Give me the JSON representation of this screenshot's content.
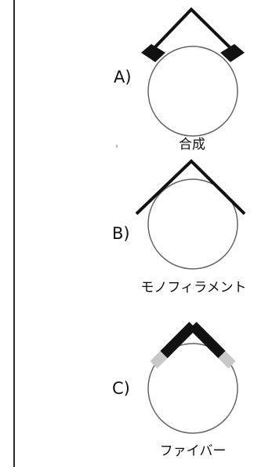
{
  "panels": [
    {
      "letter": "A)",
      "caption": "合成"
    },
    {
      "letter": "B)",
      "caption": "モノフィラメント"
    },
    {
      "letter": "C)",
      "caption": "ファイバー"
    }
  ],
  "colors": {
    "rule": "#2a2a2a",
    "line": "#111111",
    "circle": "#666666",
    "fiber_tip": "#c8c8c8"
  }
}
